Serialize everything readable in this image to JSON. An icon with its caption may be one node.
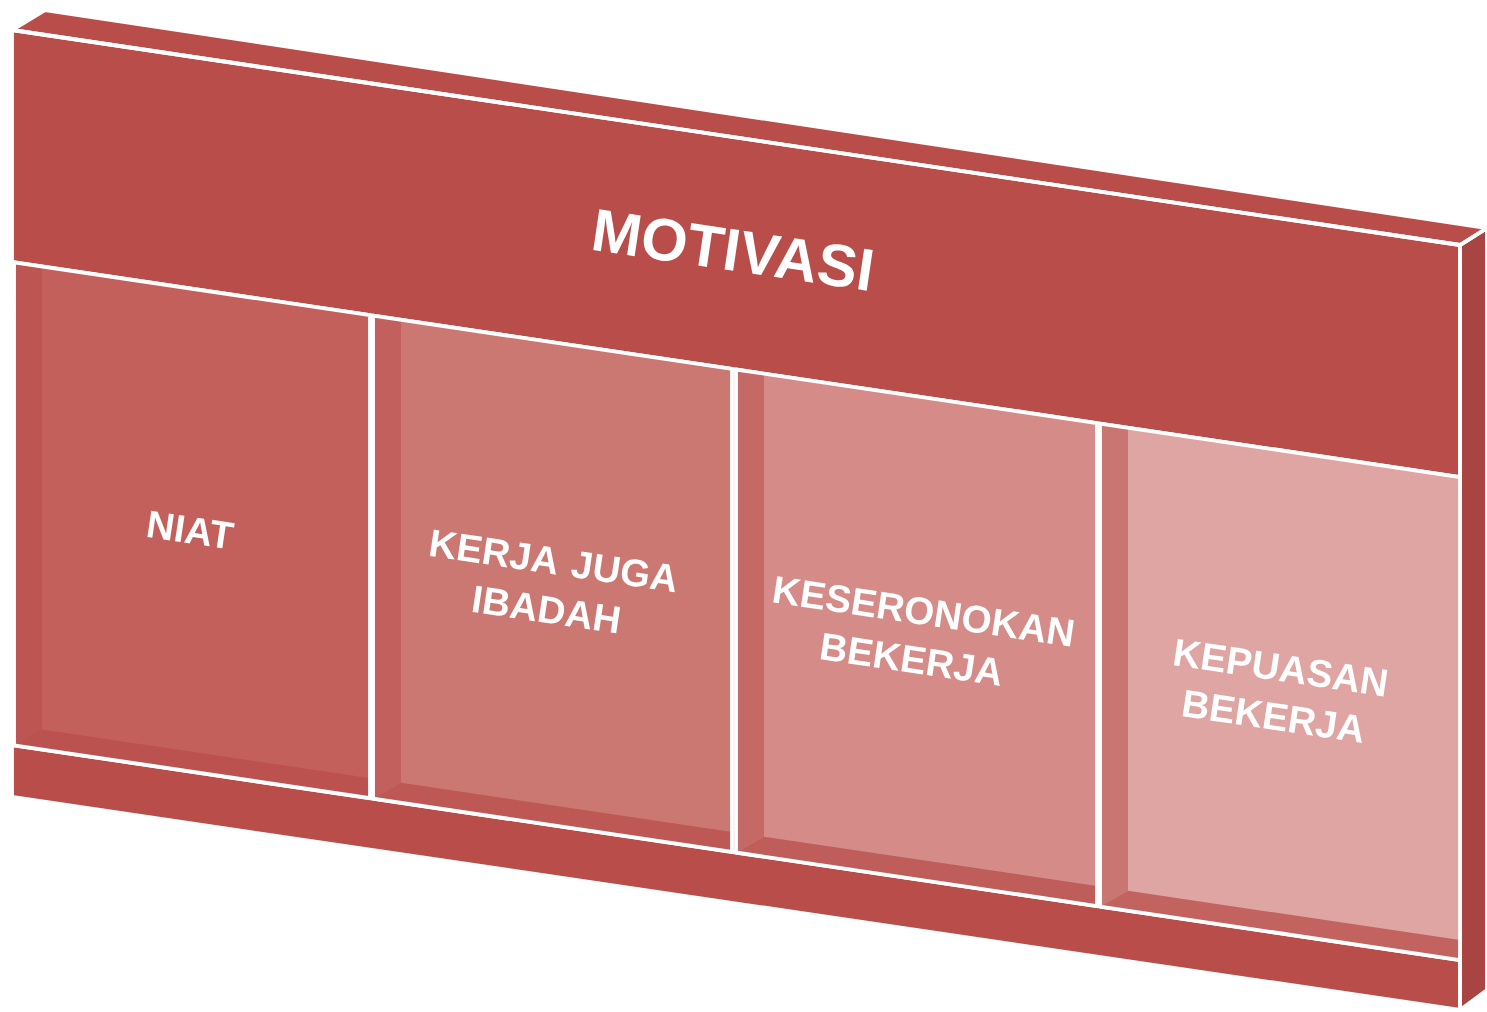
{
  "diagram": {
    "nodes": [
      {
        "text": [
          "MOTIVASI"
        ]
      },
      {
        "text": [
          "NIAT"
        ],
        "in": 0
      },
      {
        "text": [
          "KERJA JUGA IBADAH"
        ],
        "in": 0
      },
      {
        "text": [
          "KESERONOKAN BEKERJA"
        ],
        "in": 0
      },
      {
        "text": [
          "KEPUASAN BEKERJA"
        ],
        "in": 0
      }
    ]
  }
}
